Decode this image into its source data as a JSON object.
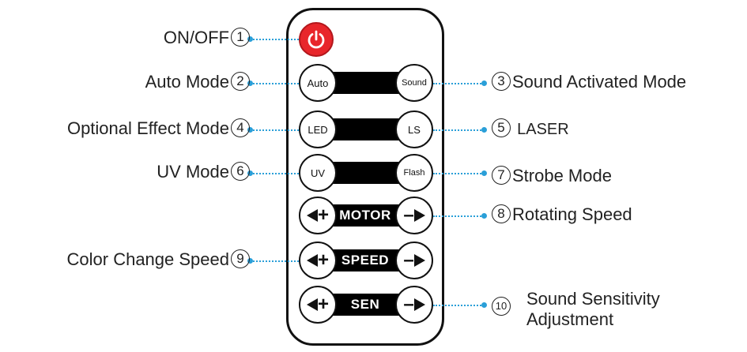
{
  "buttons": {
    "power": "power-icon",
    "auto": "Auto",
    "sound": "Sound",
    "led": "LED",
    "ls": "LS",
    "uv": "UV",
    "flash": "Flash",
    "motor": "MOTOR",
    "speed": "SPEED",
    "sen": "SEN",
    "plus": "+",
    "minus": "–"
  },
  "labels": {
    "on_off": "ON/OFF",
    "auto_mode": "Auto Mode",
    "sound_activated": "Sound Activated Mode",
    "optional_effect": "Optional Effect Mode",
    "laser": "LASER",
    "uv_mode": "UV Mode",
    "strobe_mode": "Strobe Mode",
    "rotating_speed": "Rotating Speed",
    "color_change_speed": "Color Change Speed",
    "sound_sensitivity_1": "Sound Sensitivity",
    "sound_sensitivity_2": "Adjustment"
  },
  "numbers": [
    "1",
    "2",
    "3",
    "4",
    "5",
    "6",
    "7",
    "8",
    "9",
    "10"
  ],
  "colors": {
    "power": "#e8262b",
    "leader": "#2a9fd8"
  }
}
